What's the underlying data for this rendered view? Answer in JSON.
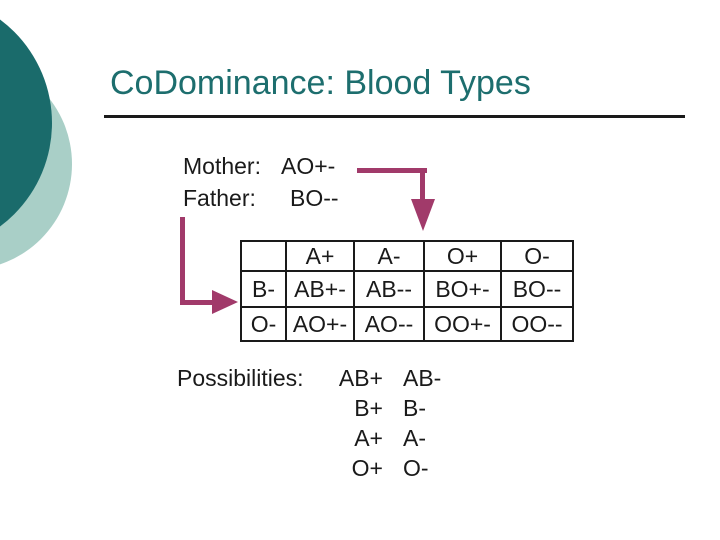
{
  "title": "CoDominance: Blood Types",
  "colors": {
    "accent_teal": "#1d6e6e",
    "circle_dark": "#1a6b6b",
    "circle_light": "#a9cfc7",
    "arrow_maroon": "#a13a6a",
    "ink": "#1a1a1a"
  },
  "parents": {
    "mother_label": "Mother:",
    "mother_value": "AO+-",
    "father_label": "Father:",
    "father_value": "BO--"
  },
  "punnett": {
    "col_headers": [
      "",
      "A+",
      "A-",
      "O+",
      "O-"
    ],
    "rows": [
      {
        "label": "B-",
        "cells": [
          "AB+-",
          "AB--",
          "BO+-",
          "BO--"
        ]
      },
      {
        "label": "O-",
        "cells": [
          "AO+-",
          "AO--",
          "OO+-",
          "OO--"
        ]
      }
    ]
  },
  "possibilities": {
    "label": "Possibilities:",
    "pairs": [
      [
        "AB+",
        "AB-"
      ],
      [
        "B+",
        "B-"
      ],
      [
        "A+",
        "A-"
      ],
      [
        "O+",
        "O-"
      ]
    ]
  }
}
